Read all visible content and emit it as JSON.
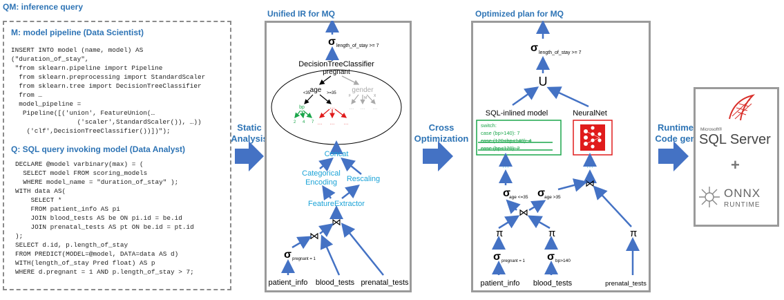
{
  "left": {
    "qm_title": "QM: inference query",
    "m_title": "M: model pipeline (Data Scientist)",
    "m_code": "INSERT INTO model (name, model) AS\n(\"duration_of_stay\",\n \"from sklearn.pipeline import Pipeline\n  from sklearn.preprocessing import StandardScaler\n  from sklearn.tree import DecisionTreeClassifier\n  from …\n  model_pipeline =\n   Pipeline([('union', FeatureUnion(…\n                 ('scaler',StandardScaler()), …))\n    ('clf',DecisionTreeClassifier())])\");",
    "q_title": "Q: SQL query invoking model (Data Analyst)",
    "q_code": "DECLARE @model varbinary(max) = (\n  SELECT model FROM scoring_models\n  WHERE model_name = \"duration_of_stay\" );\nWITH data AS(\n    SELECT *\n    FROM patient_info AS pi\n    JOIN blood_tests AS be ON pi.id = be.id\n    JOIN prenatal_tests AS pt ON be.id = pt.id\n);\nSELECT d.id, p.length_of_stay\nFROM PREDICT(MODEL=@model, DATA=data AS d)\nWITH(length_of_stay Pred float) AS p\nWHERE d.pregnant = 1 AND p.length_of_stay > 7;"
  },
  "arrows": {
    "static": "Static\nAnalysis",
    "cross": "Cross\nOptimization",
    "runtime": "Runtime\nCode gen"
  },
  "ir": {
    "title": "Unified IR for MQ",
    "sigma_top": "σ",
    "sigma_top_sub": "length_of_stay >= 7",
    "dtc": "DecisionTreeClassifier",
    "pregnant": "pregnant",
    "age": "age",
    "gender": "gender",
    "lt35": "<35",
    "ge35": ">=35",
    "bp": "bp",
    "leaf2": "2",
    "leaf4": "4",
    "leaf7": "7",
    "f": "F",
    "m": "M",
    "x": "X",
    "concat": "Concat",
    "cat_enc": "Categorical\nEncoding",
    "rescaling": "Rescaling",
    "feature_extractor": "FeatureExtractor",
    "join": "⋈",
    "sigma_preg": "σ",
    "sigma_preg_sub": "pregnant = 1",
    "patient_info": "patient_info",
    "blood_tests": "blood_tests",
    "prenatal_tests": "prenatal_tests",
    "dots": "…"
  },
  "opt": {
    "title": "Optimized plan for MQ",
    "sigma_top": "σ",
    "sigma_top_sub": "length_of_stay >= 7",
    "union": "U",
    "sql_inlined": "SQL-inlined model",
    "neuralnet": "NeuralNet",
    "switch_code": "switch:\ncase (bp>140):  7\ncase (120<bp<140): 4\ncase (bp<120):  2",
    "sigma_age_lt": "σ",
    "sigma_age_lt_sub": "age <=35",
    "sigma_age_gt": "σ",
    "sigma_age_gt_sub": "age >35",
    "join": "⋈",
    "pi": "π",
    "sigma_preg": "σ",
    "sigma_preg_sub": "pregnant = 1",
    "sigma_bp": "σ",
    "sigma_bp_sub": "bp>140",
    "patient_info": "patient_info",
    "blood_tests": "blood_tests",
    "prenatal_tests": "prenatal_tests",
    "dots": "⋯"
  },
  "runtime": {
    "sqlserver_small": "Microsoft®",
    "sqlserver": "SQL Server",
    "sqlserver_reg": "®",
    "plus": "+",
    "onnx": "ONNX",
    "onnx_runtime": "RUNTIME"
  }
}
